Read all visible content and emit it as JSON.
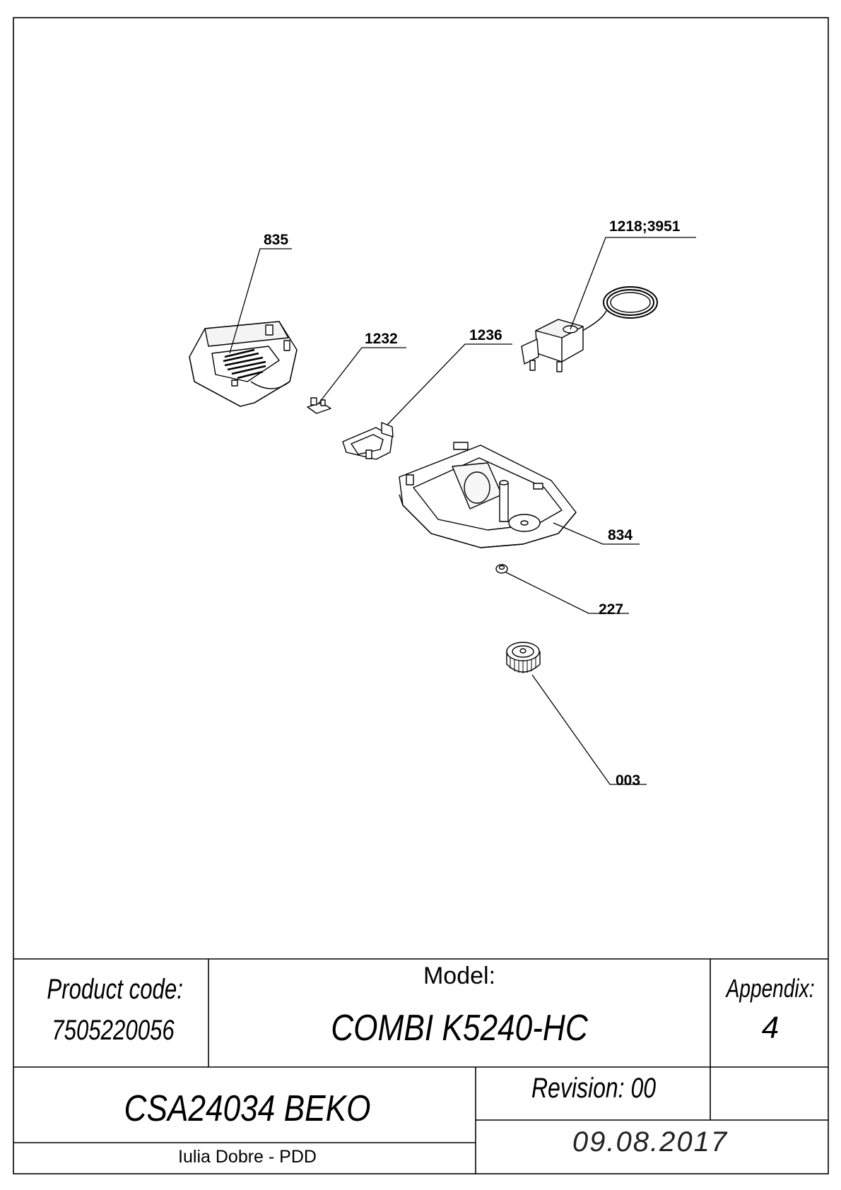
{
  "callouts": {
    "p835": "835",
    "p1218": "1218;3951",
    "p1232": "1232",
    "p1236": "1236",
    "p834": "834",
    "p227": "227",
    "p003": "003"
  },
  "title_block": {
    "product_code_label": "Product code:",
    "product_code": "7505220056",
    "model_label": "Model:",
    "model": "COMBI K5240-HC",
    "appendix_label": "Appendix:",
    "appendix": "4",
    "document": "CSA24034 BEKO",
    "revision": "Revision: 00",
    "author": "Iulia Dobre - PDD",
    "date": "09.08.2017"
  }
}
